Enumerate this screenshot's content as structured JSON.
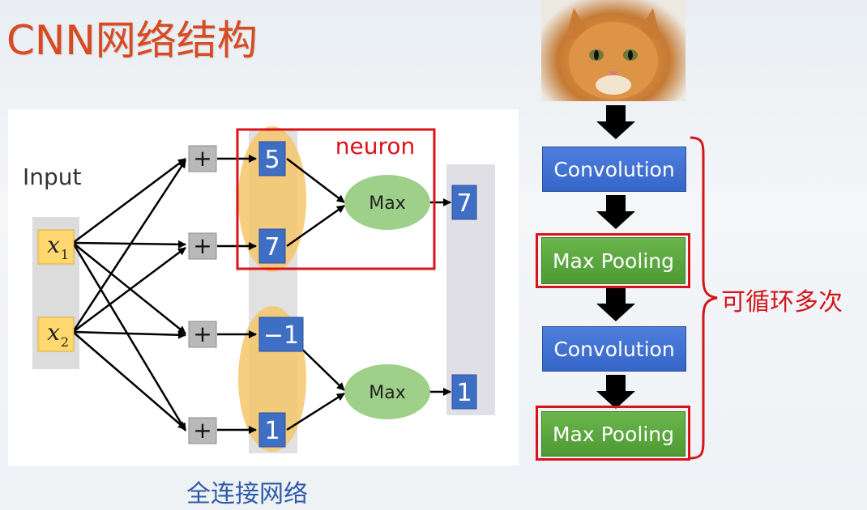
{
  "title": "CNN网络结构",
  "left_diagram": {
    "input_label": "Input",
    "inputs": [
      {
        "base": "x",
        "sub": "1"
      },
      {
        "base": "x",
        "sub": "2"
      }
    ],
    "plus_symbol": "+",
    "hidden_values": [
      "5",
      "7",
      "−1",
      "1"
    ],
    "neuron_label": "neuron",
    "max_label": "Max",
    "outputs": [
      "7",
      "1"
    ],
    "caption": "全连接网络"
  },
  "right_diagram": {
    "image_alt": "cat",
    "steps": [
      {
        "label": "Convolution",
        "kind": "conv"
      },
      {
        "label": "Max Pooling",
        "kind": "pool"
      },
      {
        "label": "Convolution",
        "kind": "conv"
      },
      {
        "label": "Max Pooling",
        "kind": "pool"
      }
    ],
    "repeat_label": "可循环多次"
  },
  "colors": {
    "title": "#d94a22",
    "conv": "#3d6fd1",
    "pool": "#5aa73d",
    "highlight": "#d9131a",
    "value_box": "#3f6fc4",
    "input_box": "#ffd970",
    "ellipse": "#f5c56a",
    "max_node": "#9ed08a",
    "caption": "#2f5aa8"
  }
}
